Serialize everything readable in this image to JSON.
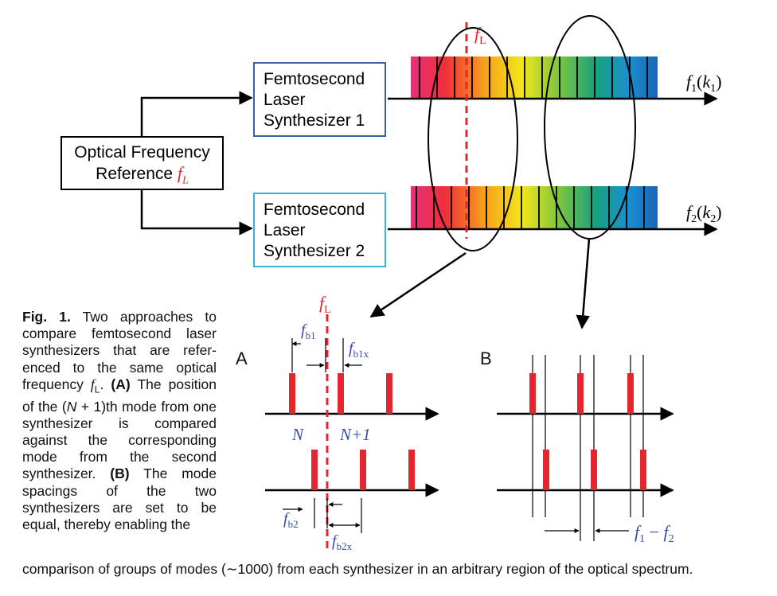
{
  "diagram": {
    "reference_box": {
      "line1": "Optical Frequency",
      "line2": "Reference",
      "symbol": "f",
      "symbol_sub": "L"
    },
    "synth1": {
      "line1": "Femtosecond",
      "line2": "Laser",
      "line3": "Synthesizer 1"
    },
    "synth2": {
      "line1": "Femtosecond",
      "line2": "Laser",
      "line3": "Synthesizer 2"
    },
    "top_fl": {
      "symbol": "f",
      "sub": "L"
    },
    "axis1_label": {
      "f": "f",
      "sub": "1",
      "k": "k",
      "ksub": "1"
    },
    "axis2_label": {
      "f": "f",
      "sub": "2",
      "k": "k",
      "ksub": "2"
    },
    "panel_a": {
      "letter": "A",
      "fl": {
        "symbol": "f",
        "sub": "L"
      },
      "fb1": {
        "symbol": "f",
        "sub": "b1"
      },
      "fb1x": {
        "symbol": "f",
        "sub": "b1x"
      },
      "fb2": {
        "symbol": "f",
        "sub": "b2"
      },
      "fb2x": {
        "symbol": "f",
        "sub": "b2x"
      },
      "mode_n": "N",
      "mode_n1": "N+1"
    },
    "panel_b": {
      "letter": "B",
      "diff": {
        "f1": "f",
        "sub1": "1",
        "minus": " − ",
        "f2": "f",
        "sub2": "2"
      }
    },
    "colors": {
      "red": "#e3262e",
      "synth1_border": "#3a5fae",
      "synth2_border": "#38b3d8",
      "label_blue": "#3a4aa8"
    }
  },
  "caption": {
    "label": "Fig. 1.",
    "part1": " Two approaches to compare femtosecond laser synthesizers that are refer­enced to the same optical frequency ",
    "fl_symbol": "f",
    "fl_sub": "L",
    "part2": ". ",
    "a_label": "(A)",
    "part3": " The posi­tion of the (",
    "n_symbol": "N",
    "part4": " + 1)th mode from one synthesizer is compared against the corre­sponding mode from the second synthesizer. ",
    "b_label": "(B)",
    "part5": " The mode spacings of the two synthesizers are set to be equal, thereby enabling the",
    "tail": "comparison of groups of modes (∼1000) from each synthesizer in an arbitrary region of the optical spectrum."
  }
}
